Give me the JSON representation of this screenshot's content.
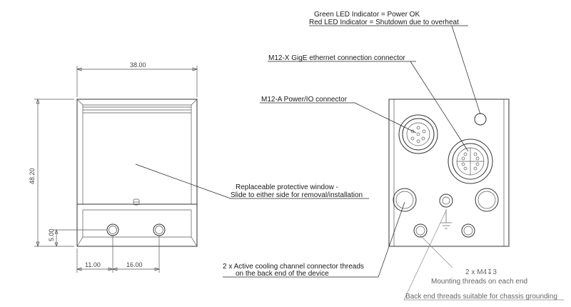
{
  "dimensions": {
    "width": "38.00",
    "height": "48.20",
    "hole_height": "5.00",
    "hole_offset_1": "11.00",
    "hole_offset_2": "16.00"
  },
  "callouts": {
    "led_green": "Green LED Indicator = Power OK",
    "led_red": "Red LED Indicator = Shutdown due to overheat",
    "gige": "M12-X GigE ethernet connection connector",
    "power": "M12-A Power/IO connector",
    "window_1": "Replaceable protective window -",
    "window_2": "Slide to either side for removal/installation",
    "cooling_1": "2 x Active cooling channel connector threads",
    "cooling_2": "on the back end of the device",
    "mount_1": "2 x M4↧3",
    "mount_2": "Mounting threads on each end",
    "ground": "Back end threads suitable for chassis grounding"
  }
}
